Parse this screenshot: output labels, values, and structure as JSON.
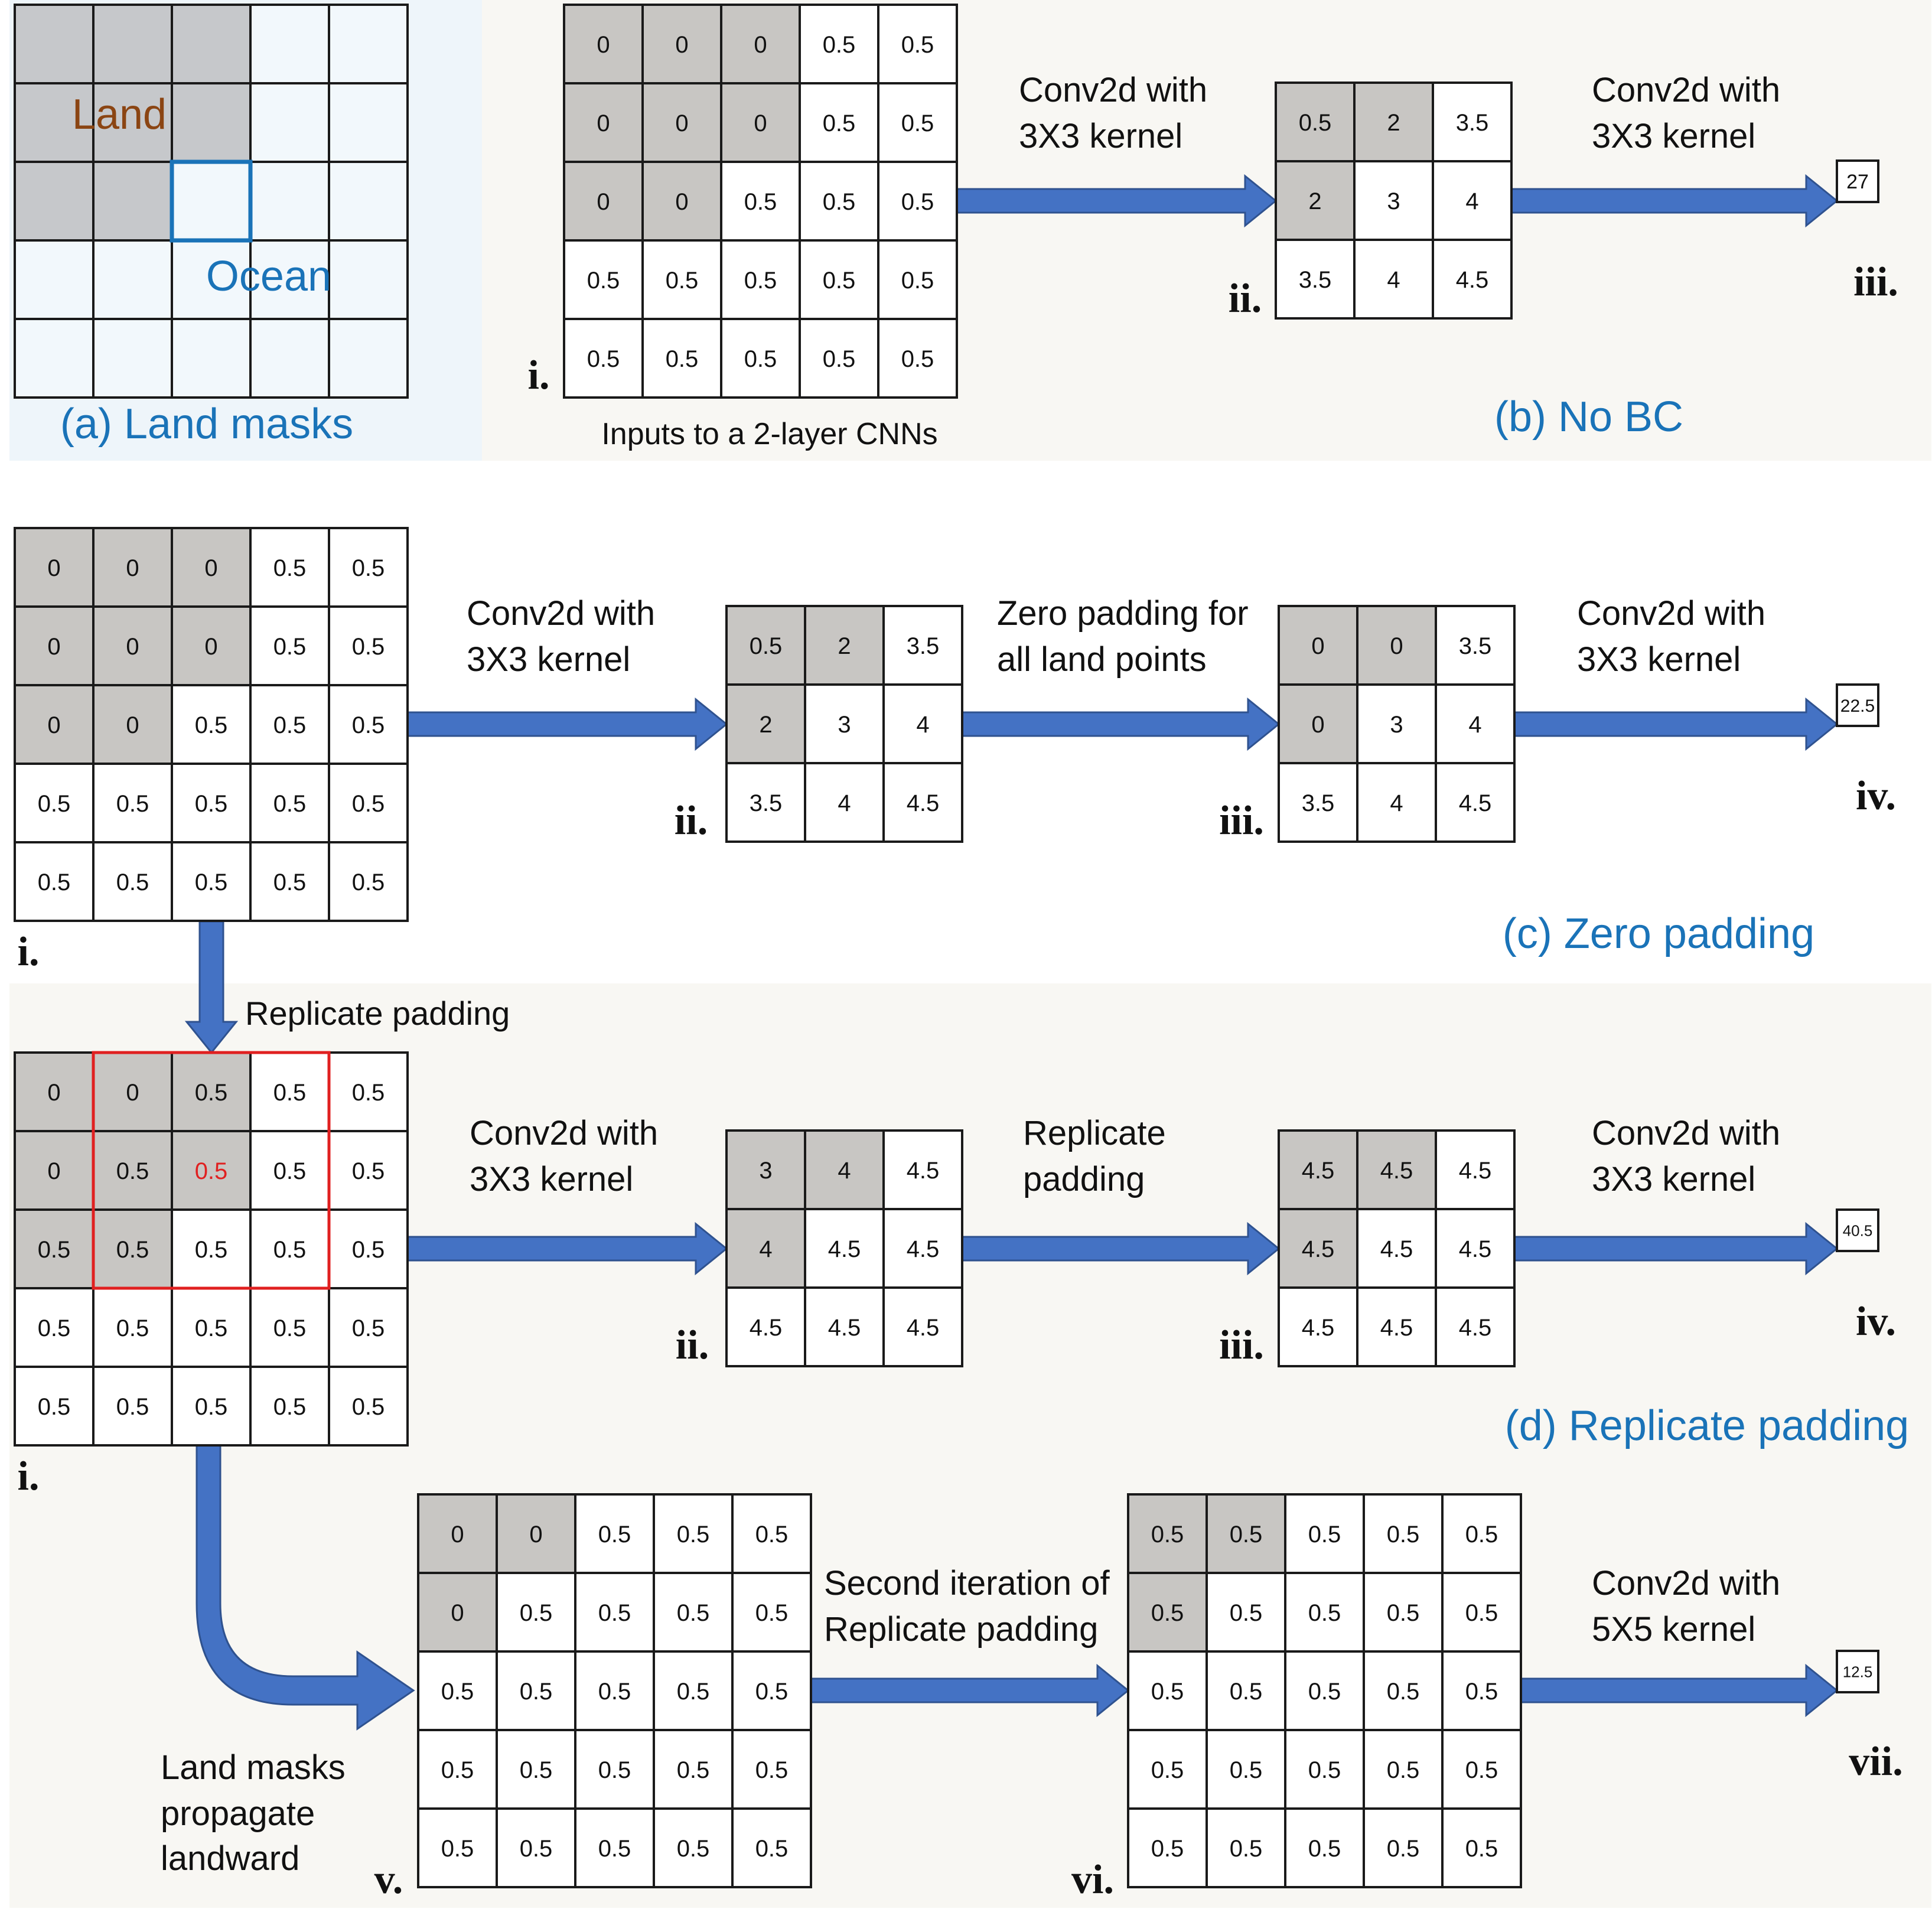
{
  "colors": {
    "land": "#c8c6c3",
    "land_mask": "#c6c8cb",
    "ocean_mask": "#f2f8fc",
    "panel_bg": "#f8f7f3",
    "mask_bg": "#eef5fa",
    "arrow": "#4472c4",
    "arrow_border": "#2f528f",
    "caption_blue": "#1a73b8",
    "land_label": "#8b4513",
    "highlight_red": "#e02020",
    "ocean_box": "#1a73b8",
    "grid_line": "#1a1a1a"
  },
  "panel_a": {
    "land_label": "Land",
    "ocean_label": "Ocean",
    "caption": "(a) Land masks",
    "land_cells": [
      [
        1,
        1,
        1,
        0,
        0
      ],
      [
        1,
        1,
        1,
        0,
        0
      ],
      [
        1,
        1,
        0,
        0,
        0
      ],
      [
        0,
        0,
        0,
        0,
        0
      ],
      [
        0,
        0,
        0,
        0,
        0
      ]
    ]
  },
  "panel_b": {
    "caption": "(b) No BC",
    "input_caption": "Inputs to a 2-layer CNNs",
    "step1_label": [
      "Conv2d with",
      "3X3 kernel"
    ],
    "step2_label": [
      "Conv2d with",
      "3X3 kernel"
    ],
    "grid_i": {
      "roman": "i.",
      "values": [
        [
          "0",
          "0",
          "0",
          "0.5",
          "0.5"
        ],
        [
          "0",
          "0",
          "0",
          "0.5",
          "0.5"
        ],
        [
          "0",
          "0",
          "0.5",
          "0.5",
          "0.5"
        ],
        [
          "0.5",
          "0.5",
          "0.5",
          "0.5",
          "0.5"
        ],
        [
          "0.5",
          "0.5",
          "0.5",
          "0.5",
          "0.5"
        ]
      ],
      "land": [
        [
          1,
          1,
          1,
          0,
          0
        ],
        [
          1,
          1,
          1,
          0,
          0
        ],
        [
          1,
          1,
          0,
          0,
          0
        ],
        [
          0,
          0,
          0,
          0,
          0
        ],
        [
          0,
          0,
          0,
          0,
          0
        ]
      ]
    },
    "grid_ii": {
      "roman": "ii.",
      "values": [
        [
          "0.5",
          "2",
          "3.5"
        ],
        [
          "2",
          "3",
          "4"
        ],
        [
          "3.5",
          "4",
          "4.5"
        ]
      ],
      "land": [
        [
          1,
          1,
          0
        ],
        [
          1,
          0,
          0
        ],
        [
          0,
          0,
          0
        ]
      ]
    },
    "grid_iii": {
      "roman": "iii.",
      "values": [
        [
          "27"
        ]
      ],
      "land": [
        [
          0
        ]
      ]
    }
  },
  "panel_c": {
    "caption": "(c) Zero padding",
    "step1_label": [
      "Conv2d with",
      "3X3 kernel"
    ],
    "step2_label": [
      "Zero padding for",
      "all land points"
    ],
    "step3_label": [
      "Conv2d with",
      "3X3 kernel"
    ],
    "grid_i": {
      "roman": "i.",
      "values": [
        [
          "0",
          "0",
          "0",
          "0.5",
          "0.5"
        ],
        [
          "0",
          "0",
          "0",
          "0.5",
          "0.5"
        ],
        [
          "0",
          "0",
          "0.5",
          "0.5",
          "0.5"
        ],
        [
          "0.5",
          "0.5",
          "0.5",
          "0.5",
          "0.5"
        ],
        [
          "0.5",
          "0.5",
          "0.5",
          "0.5",
          "0.5"
        ]
      ],
      "land": [
        [
          1,
          1,
          1,
          0,
          0
        ],
        [
          1,
          1,
          1,
          0,
          0
        ],
        [
          1,
          1,
          0,
          0,
          0
        ],
        [
          0,
          0,
          0,
          0,
          0
        ],
        [
          0,
          0,
          0,
          0,
          0
        ]
      ]
    },
    "grid_ii": {
      "roman": "ii.",
      "values": [
        [
          "0.5",
          "2",
          "3.5"
        ],
        [
          "2",
          "3",
          "4"
        ],
        [
          "3.5",
          "4",
          "4.5"
        ]
      ],
      "land": [
        [
          1,
          1,
          0
        ],
        [
          1,
          0,
          0
        ],
        [
          0,
          0,
          0
        ]
      ]
    },
    "grid_iii": {
      "roman": "iii.",
      "values": [
        [
          "0",
          "0",
          "3.5"
        ],
        [
          "0",
          "3",
          "4"
        ],
        [
          "3.5",
          "4",
          "4.5"
        ]
      ],
      "land": [
        [
          1,
          1,
          0
        ],
        [
          1,
          0,
          0
        ],
        [
          0,
          0,
          0
        ]
      ]
    },
    "grid_iv": {
      "roman": "iv.",
      "values": [
        [
          "22.5"
        ]
      ],
      "land": [
        [
          0
        ]
      ]
    }
  },
  "panel_d": {
    "caption": "(d) Replicate padding",
    "down_label": "Replicate padding",
    "step1_label": [
      "Conv2d with",
      "3X3 kernel"
    ],
    "step2_label": [
      "Replicate",
      "padding"
    ],
    "step3_label": [
      "Conv2d with",
      "3X3 kernel"
    ],
    "step4_label": [
      "Second iteration of",
      "Replicate padding"
    ],
    "step5_label": [
      "Conv2d with",
      "5X5 kernel"
    ],
    "propagate_label": [
      "Land masks",
      "propagate",
      "landward"
    ],
    "grid_i": {
      "roman": "i.",
      "values": [
        [
          "0",
          "0",
          "0.5",
          "0.5",
          "0.5"
        ],
        [
          "0",
          "0.5",
          "0.5",
          "0.5",
          "0.5"
        ],
        [
          "0.5",
          "0.5",
          "0.5",
          "0.5",
          "0.5"
        ],
        [
          "0.5",
          "0.5",
          "0.5",
          "0.5",
          "0.5"
        ],
        [
          "0.5",
          "0.5",
          "0.5",
          "0.5",
          "0.5"
        ]
      ],
      "land": [
        [
          1,
          1,
          1,
          0,
          0
        ],
        [
          1,
          1,
          1,
          0,
          0
        ],
        [
          1,
          1,
          0,
          0,
          0
        ],
        [
          0,
          0,
          0,
          0,
          0
        ],
        [
          0,
          0,
          0,
          0,
          0
        ]
      ],
      "red_cell": [
        1,
        2
      ]
    },
    "grid_ii": {
      "roman": "ii.",
      "values": [
        [
          "3",
          "4",
          "4.5"
        ],
        [
          "4",
          "4.5",
          "4.5"
        ],
        [
          "4.5",
          "4.5",
          "4.5"
        ]
      ],
      "land": [
        [
          1,
          1,
          0
        ],
        [
          1,
          0,
          0
        ],
        [
          0,
          0,
          0
        ]
      ]
    },
    "grid_iii": {
      "roman": "iii.",
      "values": [
        [
          "4.5",
          "4.5",
          "4.5"
        ],
        [
          "4.5",
          "4.5",
          "4.5"
        ],
        [
          "4.5",
          "4.5",
          "4.5"
        ]
      ],
      "land": [
        [
          1,
          1,
          0
        ],
        [
          1,
          0,
          0
        ],
        [
          0,
          0,
          0
        ]
      ]
    },
    "grid_iv": {
      "roman": "iv.",
      "values": [
        [
          "40.5"
        ]
      ],
      "land": [
        [
          0
        ]
      ]
    },
    "grid_v": {
      "roman": "v.",
      "values": [
        [
          "0",
          "0",
          "0.5",
          "0.5",
          "0.5"
        ],
        [
          "0",
          "0.5",
          "0.5",
          "0.5",
          "0.5"
        ],
        [
          "0.5",
          "0.5",
          "0.5",
          "0.5",
          "0.5"
        ],
        [
          "0.5",
          "0.5",
          "0.5",
          "0.5",
          "0.5"
        ],
        [
          "0.5",
          "0.5",
          "0.5",
          "0.5",
          "0.5"
        ]
      ],
      "land": [
        [
          1,
          1,
          0,
          0,
          0
        ],
        [
          1,
          0,
          0,
          0,
          0
        ],
        [
          0,
          0,
          0,
          0,
          0
        ],
        [
          0,
          0,
          0,
          0,
          0
        ],
        [
          0,
          0,
          0,
          0,
          0
        ]
      ]
    },
    "grid_vi": {
      "roman": "vi.",
      "values": [
        [
          "0.5",
          "0.5",
          "0.5",
          "0.5",
          "0.5"
        ],
        [
          "0.5",
          "0.5",
          "0.5",
          "0.5",
          "0.5"
        ],
        [
          "0.5",
          "0.5",
          "0.5",
          "0.5",
          "0.5"
        ],
        [
          "0.5",
          "0.5",
          "0.5",
          "0.5",
          "0.5"
        ],
        [
          "0.5",
          "0.5",
          "0.5",
          "0.5",
          "0.5"
        ]
      ],
      "land": [
        [
          1,
          1,
          0,
          0,
          0
        ],
        [
          1,
          0,
          0,
          0,
          0
        ],
        [
          0,
          0,
          0,
          0,
          0
        ],
        [
          0,
          0,
          0,
          0,
          0
        ],
        [
          0,
          0,
          0,
          0,
          0
        ]
      ]
    },
    "grid_vii": {
      "roman": "vii.",
      "values": [
        [
          "12.5"
        ]
      ],
      "land": [
        [
          0
        ]
      ]
    }
  }
}
